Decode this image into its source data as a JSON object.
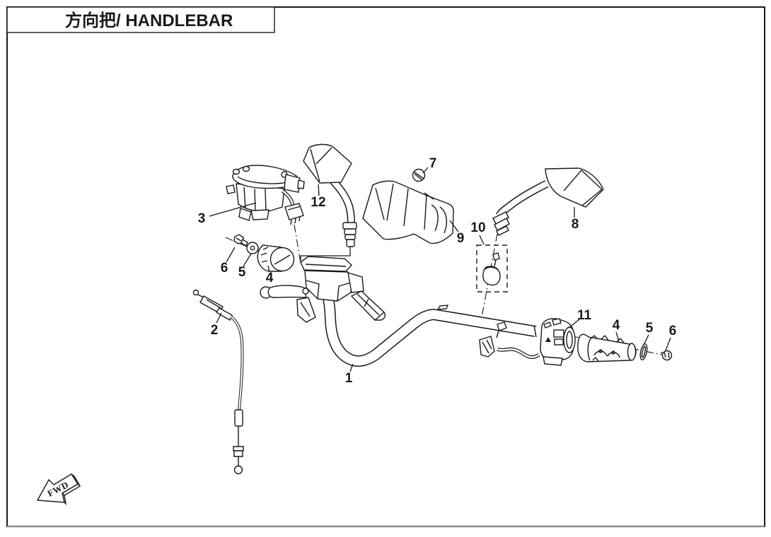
{
  "title_block": {
    "title": "方向把/ HANDLEBAR"
  },
  "orientation_marker": {
    "label": "FWD"
  },
  "callouts": {
    "c1": "1",
    "c2": "2",
    "c3": "3",
    "c4_left": "4",
    "c5_left": "5",
    "c6_left": "6",
    "c7": "7",
    "c8": "8",
    "c9": "9",
    "c10": "10",
    "c11": "11",
    "c12": "12",
    "c4_right": "4",
    "c5_right": "5",
    "c6_right": "6"
  },
  "colors": {
    "line": "#1a1a1a",
    "background": "#ffffff",
    "border_shadow": "#8a8a8a"
  }
}
